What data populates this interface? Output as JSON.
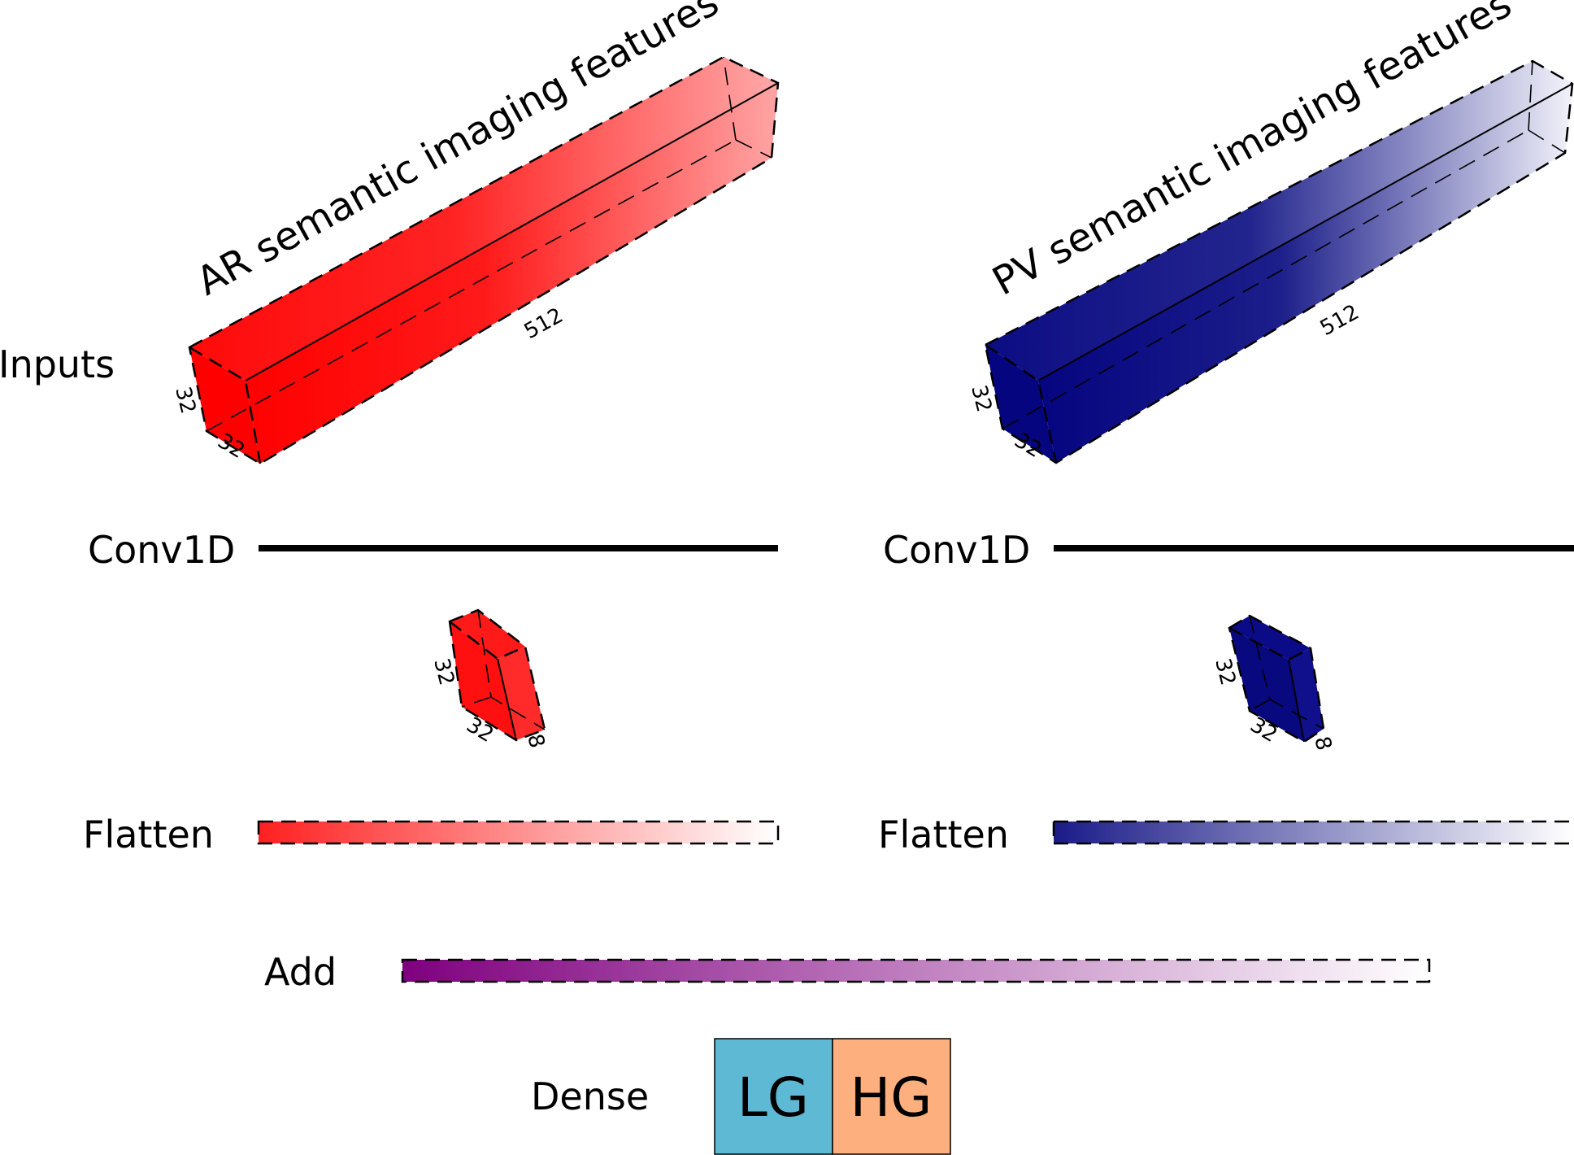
{
  "diagram": {
    "row_labels": {
      "inputs": "Inputs",
      "conv_left": "Conv1D",
      "conv_right": "Conv1D",
      "flatten_left": "Flatten",
      "flatten_right": "Flatten",
      "add": "Add",
      "dense": "Dense"
    },
    "branches": [
      {
        "title": "AR semantic imaging features",
        "input_dims": {
          "length": "512",
          "height": "32",
          "depth": "32"
        },
        "conv_dims": {
          "height": "32",
          "width": "32",
          "depth": "8"
        },
        "color": "#ff0000"
      },
      {
        "title": "PV semantic imaging features",
        "input_dims": {
          "length": "512",
          "height": "32",
          "depth": "32"
        },
        "conv_dims": {
          "height": "32",
          "width": "32",
          "depth": "8"
        },
        "color": "#000080"
      }
    ],
    "add_color": "#800080",
    "dense_outputs": [
      {
        "label": "LG",
        "color": "#5ebad4"
      },
      {
        "label": "HG",
        "color": "#fdb07e"
      }
    ]
  }
}
